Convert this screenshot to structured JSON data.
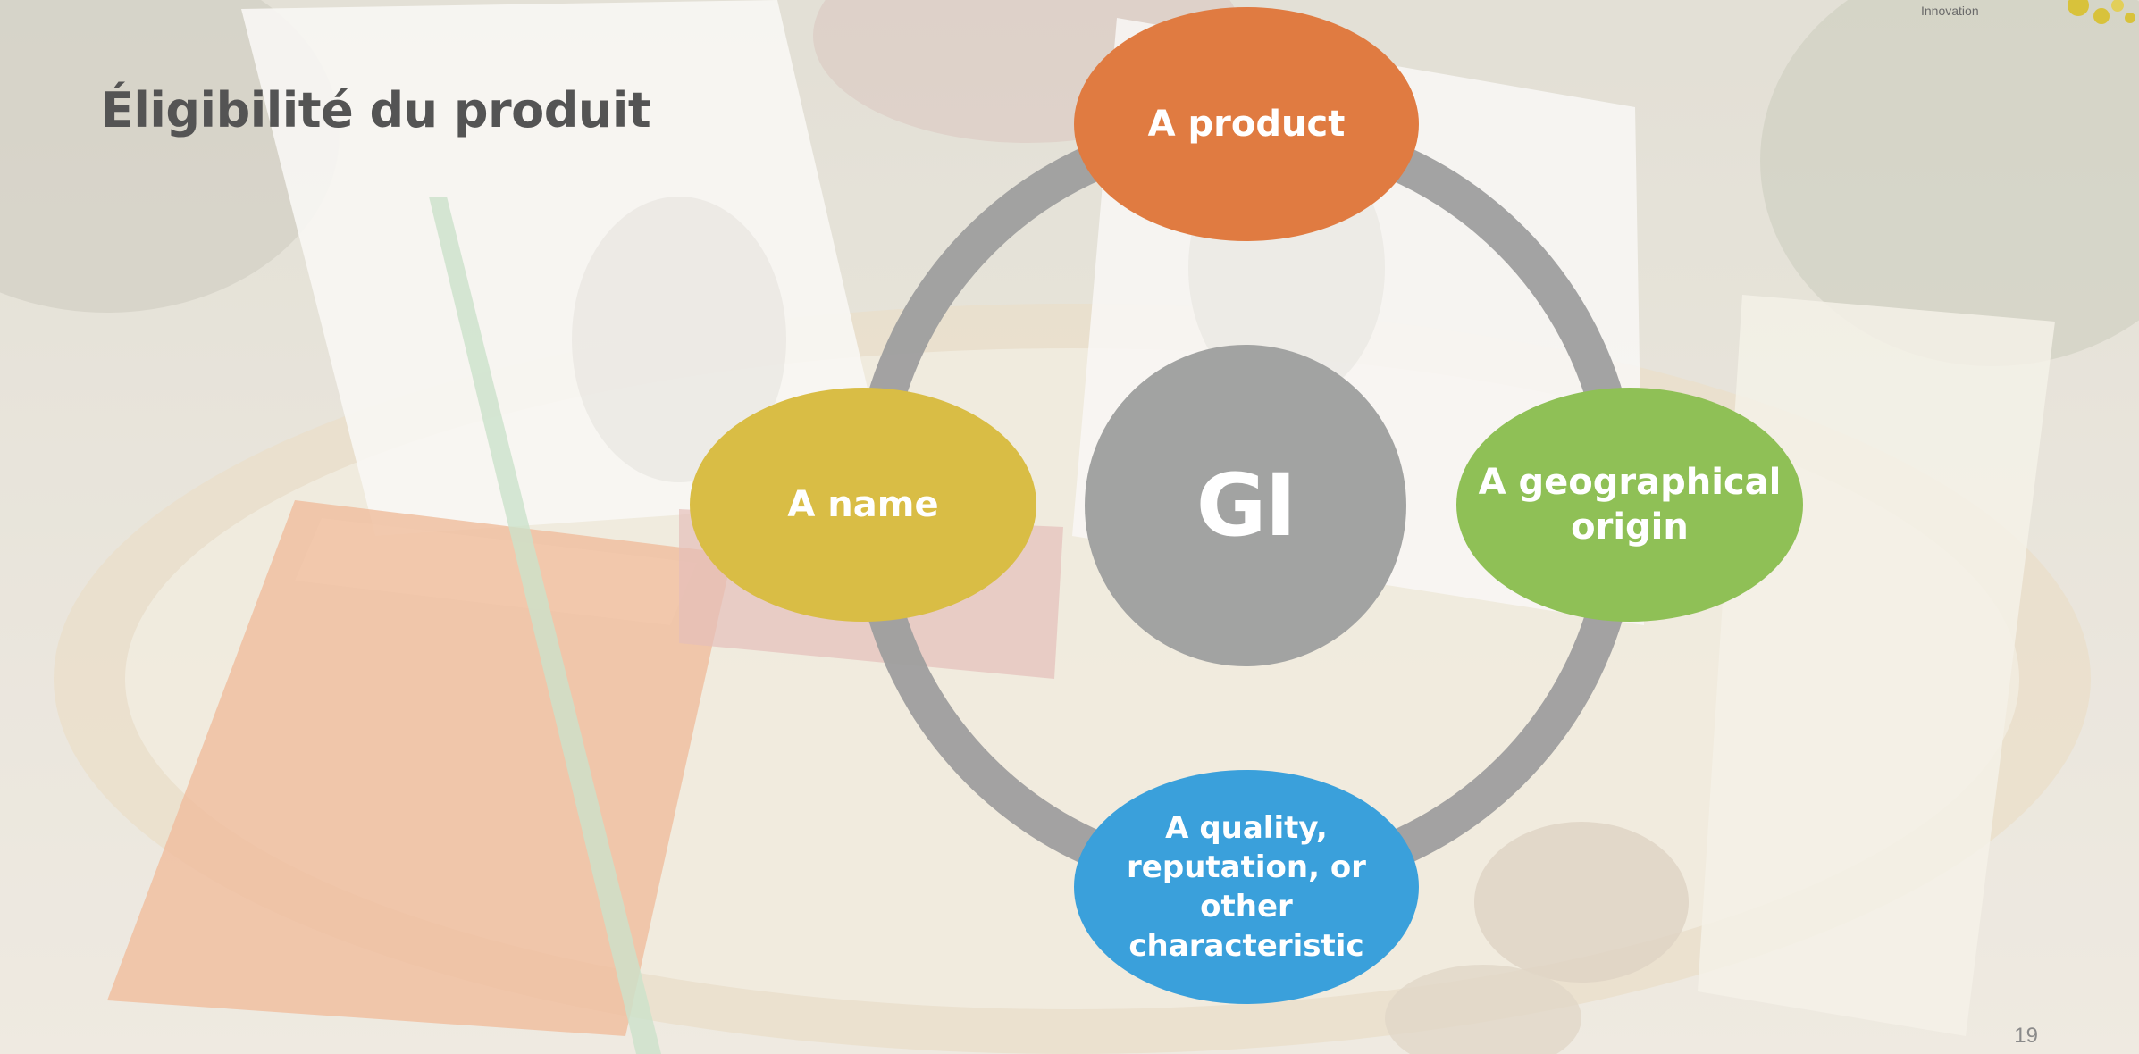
{
  "slide": {
    "title": "Éligibilité du produit",
    "logo_text": "Innovation",
    "page_number": "19"
  },
  "diagram": {
    "center": "GI",
    "nodes": {
      "top": "A product",
      "left": "A name",
      "right": "A geographical origin",
      "bottom": "A quality, reputation, or other characteristic"
    }
  },
  "colors": {
    "product": "#e07b41",
    "name": "#d9bd45",
    "origin": "#8fc056",
    "quality": "#3aa0db",
    "center": "#a2a3a2",
    "ring": "#9e9e9e"
  }
}
